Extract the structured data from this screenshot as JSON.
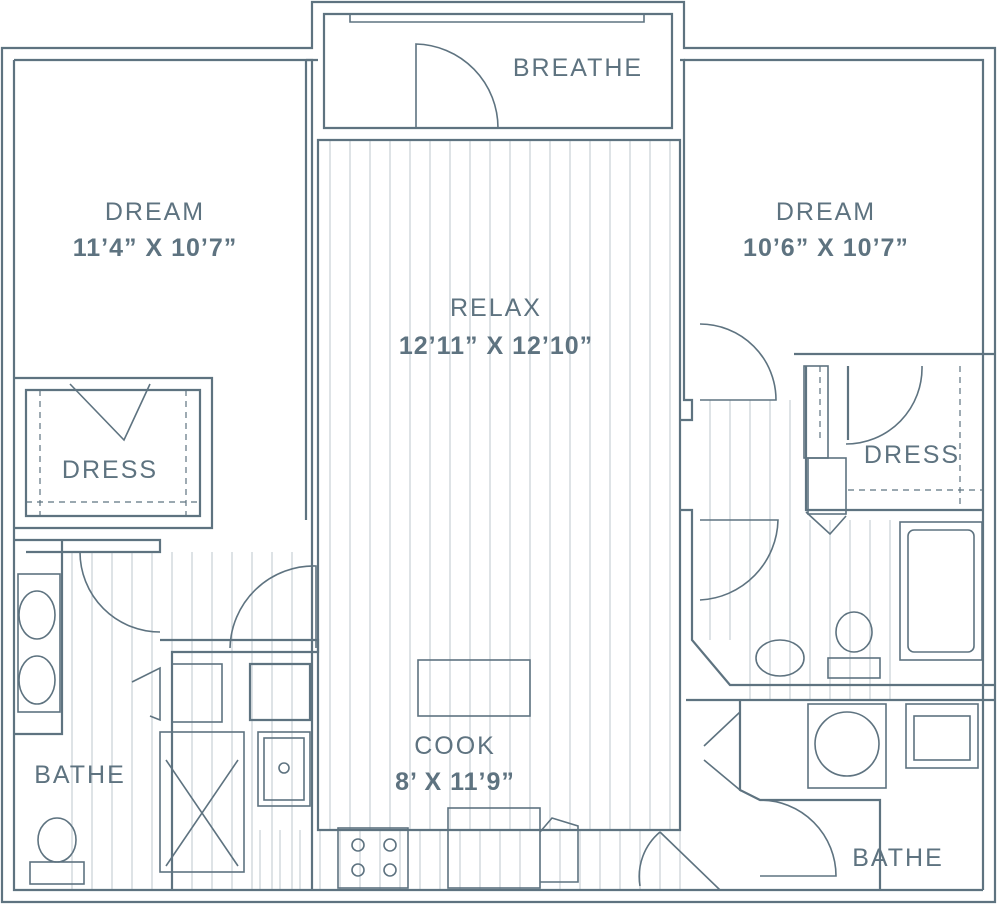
{
  "rooms": {
    "breathe": {
      "name": "BREATHE"
    },
    "dream_left": {
      "name": "DREAM",
      "dimensions": "11’4” X 10’7”"
    },
    "dream_right": {
      "name": "DREAM",
      "dimensions": "10’6” X 10’7”"
    },
    "relax": {
      "name": "RELAX",
      "dimensions": "12’11” X 12’10”"
    },
    "cook": {
      "name": "COOK",
      "dimensions": "8’ X 11’9”"
    },
    "dress_left": {
      "name": "DRESS"
    },
    "dress_right": {
      "name": "DRESS"
    },
    "bathe_left": {
      "name": "BATHE"
    },
    "bathe_right": {
      "name": "BATHE"
    }
  },
  "colors": {
    "line": "#5e7380",
    "floor": "#c9d0d6",
    "background": "#ffffff"
  }
}
